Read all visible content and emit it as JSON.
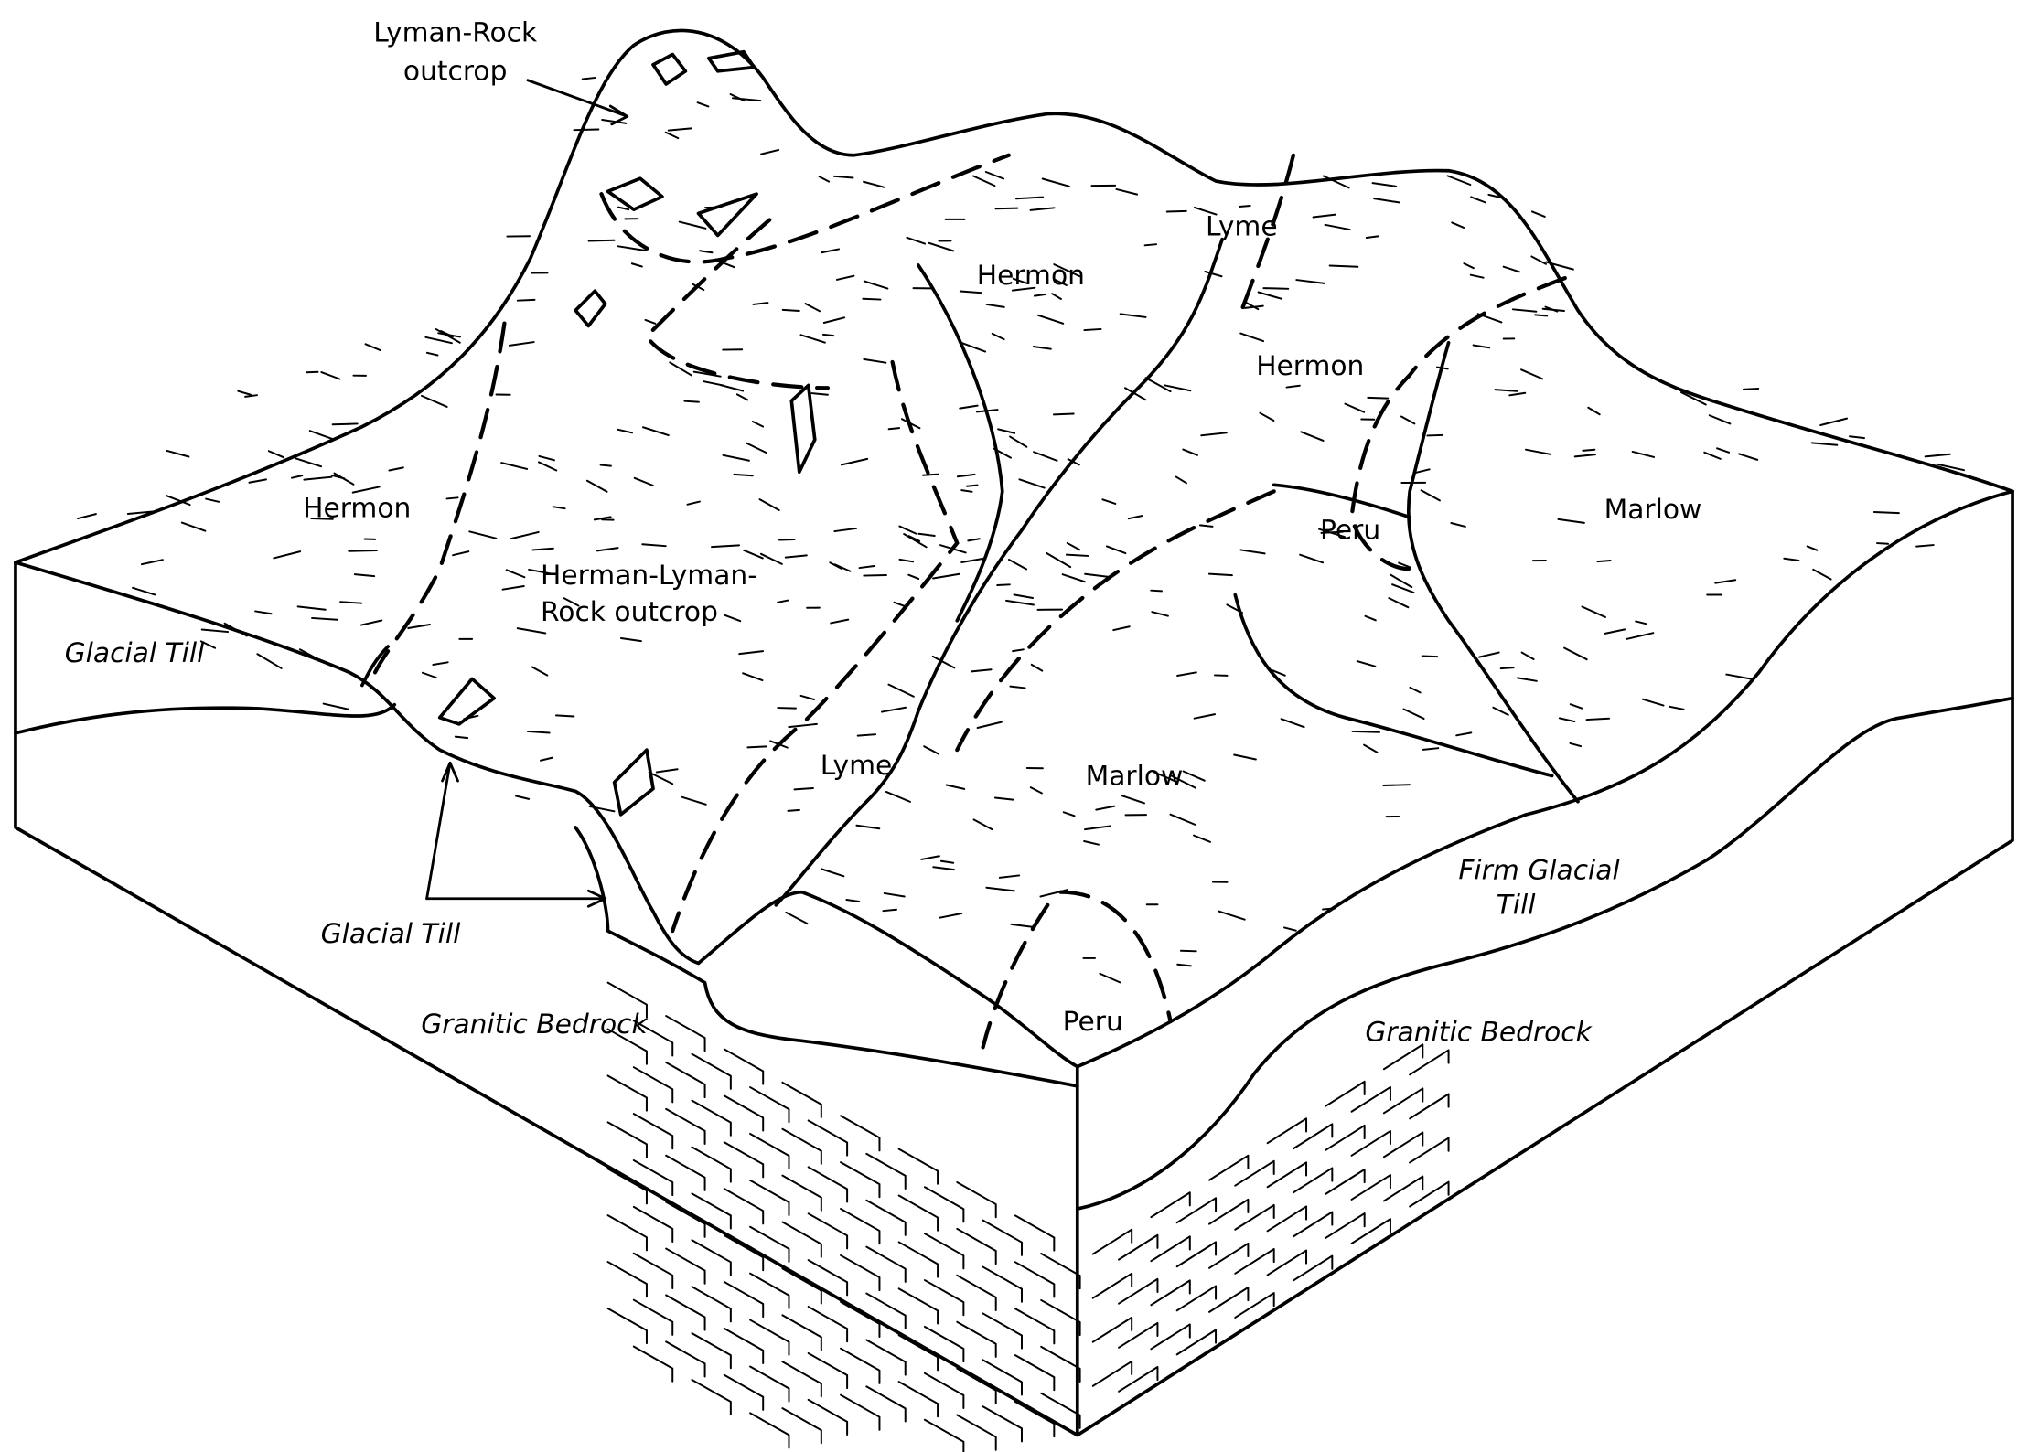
{
  "title_labels": {
    "lyman_rock_1": "Lyman-Rock",
    "lyman_rock_2": "outcrop"
  },
  "soil_labels": {
    "hermon_left": "Hermon",
    "hermon_top": "Hermon",
    "lyme_top": "Lyme",
    "hermon_right": "Hermon",
    "marlow_right": "Marlow",
    "peru_right": "Peru",
    "herman_lyman_1": "Herman-Lyman-",
    "herman_lyman_2": "Rock outcrop",
    "lyme_center": "Lyme",
    "marlow_center": "Marlow",
    "peru_front": "Peru"
  },
  "material_labels": {
    "glacial_till_left": "Glacial Till",
    "glacial_till_bottom": "Glacial Till",
    "firm_glacial_1": "Firm Glacial",
    "firm_glacial_2": "Till",
    "granitic_left": "Granitic  Bedrock",
    "granitic_right": "Granitic  Bedrock"
  }
}
